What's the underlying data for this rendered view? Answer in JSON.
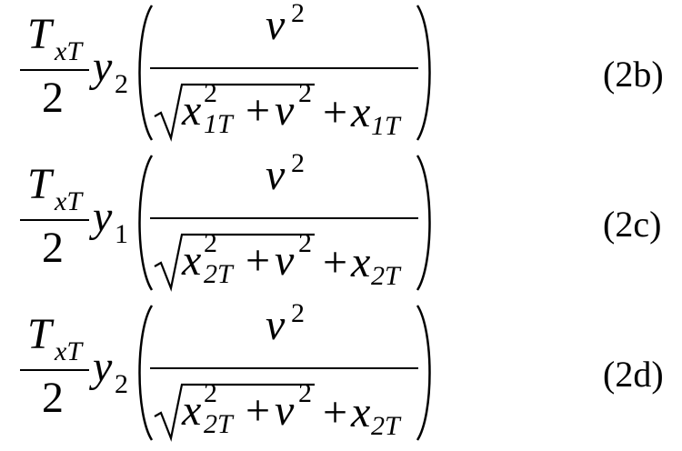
{
  "equations": [
    {
      "T": "T",
      "T_sub": "xT",
      "two": "2",
      "y": "y",
      "y_sub": "2",
      "nu": "ν",
      "sq": "2",
      "x": "x",
      "x_sub": "1T",
      "plus": "+",
      "label": "(2b)"
    },
    {
      "T": "T",
      "T_sub": "xT",
      "two": "2",
      "y": "y",
      "y_sub": "1",
      "nu": "ν",
      "sq": "2",
      "x": "x",
      "x_sub": "2T",
      "plus": "+",
      "label": "(2c)"
    },
    {
      "T": "T",
      "T_sub": "xT",
      "two": "2",
      "y": "y",
      "y_sub": "2",
      "nu": "ν",
      "sq": "2",
      "x": "x",
      "x_sub": "2T",
      "plus": "+",
      "label": "(2d)"
    }
  ]
}
